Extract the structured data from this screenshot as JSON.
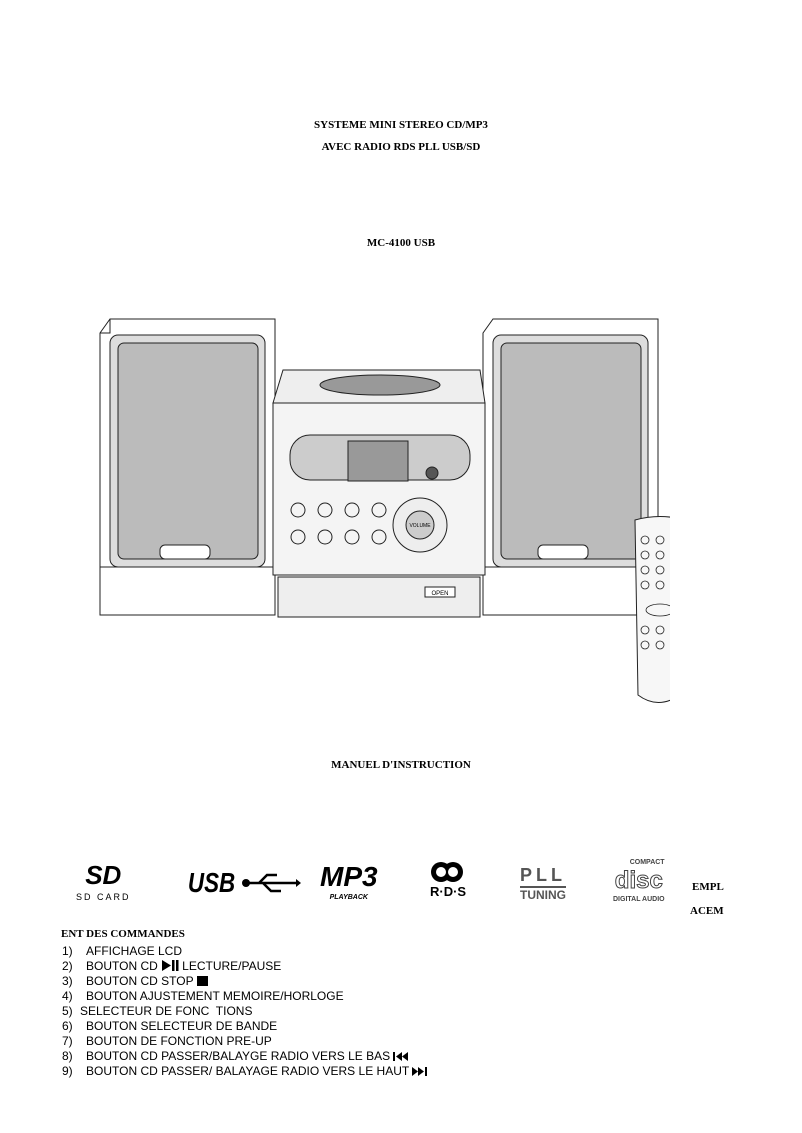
{
  "header": {
    "title_line1": "SYSTEME MINI STEREO CD/MP3",
    "title_line2": "AVEC RADIO RDS PLL USB/SD",
    "model": "MC-4100 USB"
  },
  "illustration": {
    "open_label": "OPEN",
    "volume_label": "VOLUME"
  },
  "manual_title": "MANUEL D'INSTRUCTION",
  "logos": {
    "sd": {
      "main": "SD",
      "sub": "SD CARD"
    },
    "usb": {
      "main": "USB"
    },
    "mp3": {
      "main": "MP3",
      "sub": "PLAYBACK"
    },
    "rds": {
      "main": "R·D·S"
    },
    "pll": {
      "main": "PLL",
      "sub": "TUNING"
    },
    "disc": {
      "top": "COMPACT",
      "main": "disc",
      "sub": "DIGITAL AUDIO"
    }
  },
  "side_text": {
    "line1": "EMPL",
    "line2": "ACEM"
  },
  "commands": {
    "title": "ENT DES COMMANDES",
    "items": [
      {
        "num": "1)",
        "text": "AFFICHAGE LCD",
        "icon": ""
      },
      {
        "num": "2)",
        "text": "BOUTON CD",
        "icon": "play-pause-icon",
        "after": "LECTURE/PAUSE"
      },
      {
        "num": "3)",
        "text": "BOUTON CD STOP",
        "icon": "stop-icon"
      },
      {
        "num": "4)",
        "text": "BOUTON AJUSTEMENT MEMOIRE/HORLOGE",
        "icon": ""
      },
      {
        "num": "5)",
        "text": "SELECTEUR DE FONC  TIONS",
        "icon": ""
      },
      {
        "num": "6)",
        "text": "BOUTON SELECTEUR DE BANDE",
        "icon": ""
      },
      {
        "num": "7)",
        "text": "BOUTON DE FONCTION PRE-UP",
        "icon": ""
      },
      {
        "num": "8)",
        "text": "BOUTON CD PASSER/BALAYGE RADIO VERS LE BAS",
        "icon": "skip-back-icon"
      },
      {
        "num": "9)",
        "text": "BOUTON CD PASSER/ BALAYAGE RADIO VERS LE HAUT",
        "icon": "skip-forward-icon"
      }
    ]
  }
}
